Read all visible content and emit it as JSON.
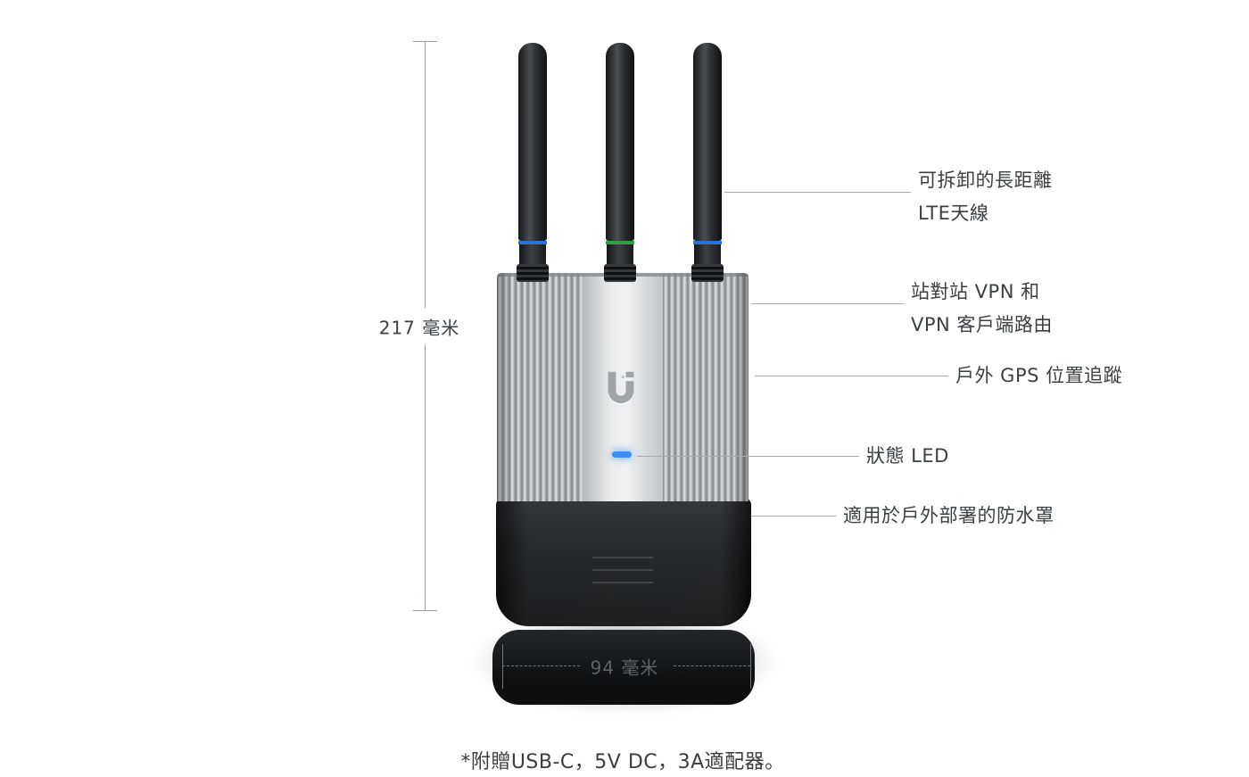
{
  "dimensions": {
    "height": "217 毫米",
    "width": "94 毫米"
  },
  "callouts": {
    "antenna": {
      "line1": "可拆卸的長距離",
      "line2": "LTE天線"
    },
    "vpn": {
      "line1": "站對站 VPN 和",
      "line2": "VPN 客戶端路由"
    },
    "gps": {
      "label": "戶外 GPS 位置追蹤"
    },
    "led": {
      "label": "狀態 LED"
    },
    "waterproof": {
      "label": "適用於戶外部署的防水罩"
    }
  },
  "footnote": "*附贈USB-C，5V DC，3A適配器。",
  "device": {
    "logo_icon": "ubiquiti-u-logo",
    "led_color": "#3e8df5",
    "antenna_ring_colors": [
      "#2e6fd8",
      "#2f9e49",
      "#2e6fd8"
    ]
  },
  "colors": {
    "background": "#ffffff",
    "text": "#3b4043",
    "callout_line": "#a7abaf",
    "dimension_line": "#9aa0a4"
  }
}
